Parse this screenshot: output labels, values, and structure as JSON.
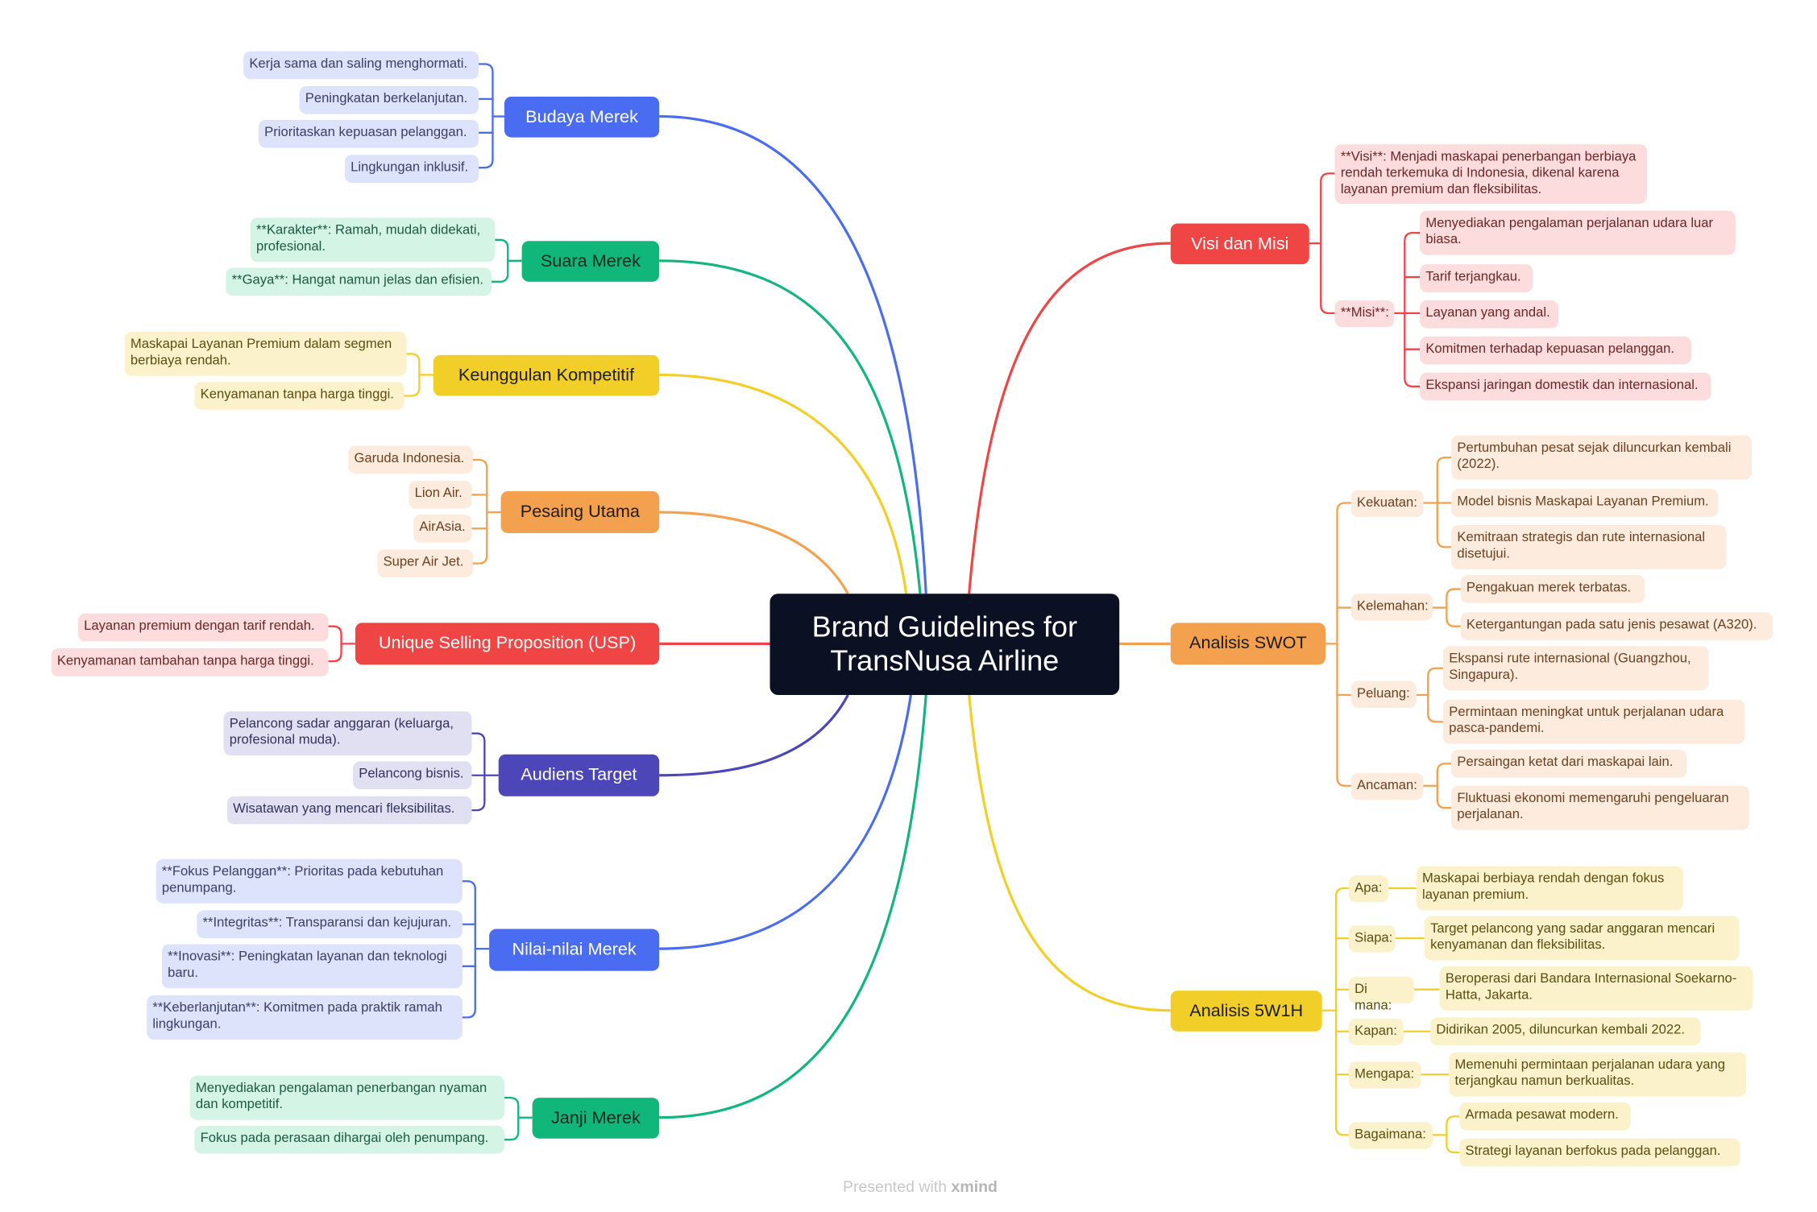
{
  "center_title": [
    "Brand Guidelines for",
    "TransNusa Airline"
  ],
  "footer": {
    "prefix": "Presented with",
    "brand": "xmind"
  },
  "colors": {
    "blue": "#4a6cf0",
    "green": "#10b67a",
    "yellow": "#f2cf28",
    "orange": "#f4a14f",
    "red": "#f04545",
    "navy": "#4d46b8",
    "center": "#0b1023"
  },
  "branches": {
    "budaya": {
      "label": "Budaya Merek",
      "items": [
        "Kerja sama dan saling menghormati.",
        "Peningkatan berkelanjutan.",
        "Prioritaskan kepuasan pelanggan.",
        "Lingkungan inklusif."
      ]
    },
    "suara": {
      "label": "Suara Merek",
      "items": [
        "**Karakter**: Ramah, mudah didekati, profesional.",
        "**Gaya**: Hangat namun jelas dan efisien."
      ]
    },
    "keunggulan": {
      "label": "Keunggulan Kompetitif",
      "items": [
        "Maskapai Layanan Premium dalam segmen berbiaya rendah.",
        "Kenyamanan tanpa harga tinggi."
      ]
    },
    "pesaing": {
      "label": "Pesaing Utama",
      "items": [
        "Garuda Indonesia.",
        "Lion Air.",
        "AirAsia.",
        "Super Air Jet."
      ]
    },
    "usp": {
      "label": "Unique Selling Proposition (USP)",
      "items": [
        "Layanan premium dengan tarif rendah.",
        "Kenyamanan tambahan tanpa harga tinggi."
      ]
    },
    "audiens": {
      "label": "Audiens Target",
      "items": [
        "Pelancong sadar anggaran (keluarga, profesional muda).",
        "Pelancong bisnis.",
        "Wisatawan yang mencari fleksibilitas."
      ]
    },
    "nilai": {
      "label": "Nilai-nilai Merek",
      "items": [
        "**Fokus Pelanggan**: Prioritas pada kebutuhan penumpang.",
        "**Integritas**: Transparansi dan kejujuran.",
        "**Inovasi**: Peningkatan layanan dan teknologi baru.",
        "**Keberlanjutan**: Komitmen pada praktik ramah lingkungan."
      ]
    },
    "janji": {
      "label": "Janji Merek",
      "items": [
        "Menyediakan pengalaman penerbangan nyaman dan kompetitif.",
        "Fokus pada perasaan dihargai oleh penumpang."
      ]
    },
    "visi": {
      "label": "Visi dan Misi",
      "visi": "**Visi**: Menjadi maskapai penerbangan berbiaya rendah terkemuka di Indonesia, dikenal karena layanan premium dan fleksibilitas.",
      "misi_label": "**Misi**:",
      "misi": [
        "Menyediakan pengalaman perjalanan udara luar biasa.",
        "Tarif terjangkau.",
        "Layanan yang andal.",
        "Komitmen terhadap kepuasan pelanggan.",
        "Ekspansi jaringan domestik dan internasional."
      ]
    },
    "swot": {
      "label": "Analisis SWOT",
      "groups": [
        {
          "label": "Kekuatan:",
          "items": [
            "Pertumbuhan pesat sejak diluncurkan kembali (2022).",
            "Model bisnis Maskapai Layanan Premium.",
            "Kemitraan strategis dan rute internasional disetujui."
          ]
        },
        {
          "label": "Kelemahan:",
          "items": [
            "Pengakuan merek terbatas.",
            "Ketergantungan pada satu jenis pesawat (A320)."
          ]
        },
        {
          "label": "Peluang:",
          "items": [
            "Ekspansi rute internasional (Guangzhou, Singapura).",
            "Permintaan meningkat untuk perjalanan udara pasca-pandemi."
          ]
        },
        {
          "label": "Ancaman:",
          "items": [
            "Persaingan ketat dari maskapai lain.",
            "Fluktuasi ekonomi memengaruhi pengeluaran perjalanan."
          ]
        }
      ]
    },
    "w5": {
      "label": "Analisis 5W1H",
      "groups": [
        {
          "label": "Apa:",
          "items": [
            "Maskapai berbiaya rendah dengan fokus layanan premium."
          ]
        },
        {
          "label": "Siapa:",
          "items": [
            "Target pelancong yang sadar anggaran mencari kenyamanan dan fleksibilitas."
          ]
        },
        {
          "label": "Di mana:",
          "items": [
            "Beroperasi dari Bandara Internasional Soekarno-Hatta, Jakarta."
          ]
        },
        {
          "label": "Kapan:",
          "items": [
            "Didirikan 2005, diluncurkan kembali 2022."
          ]
        },
        {
          "label": "Mengapa:",
          "items": [
            "Memenuhi permintaan perjalanan udara yang terjangkau namun berkualitas."
          ]
        },
        {
          "label": "Bagaimana:",
          "items": [
            "Armada pesawat modern.",
            "Strategi layanan berfokus pada pelanggan."
          ]
        }
      ]
    }
  }
}
